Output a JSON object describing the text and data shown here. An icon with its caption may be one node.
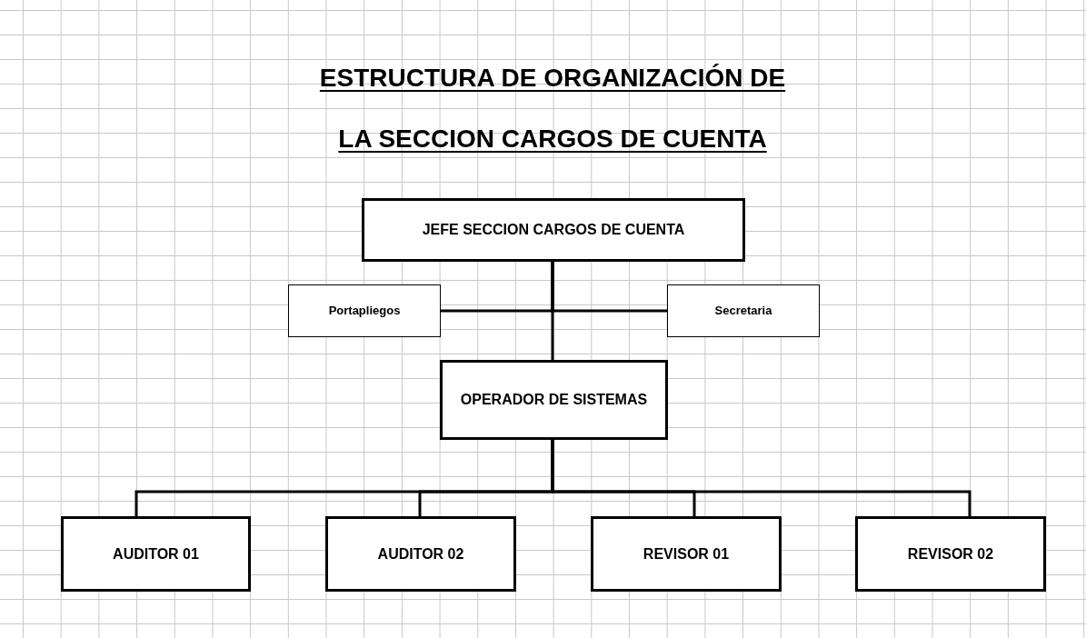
{
  "diagram": {
    "title": "ESTRUCTURA DE ORGANIZACIÓN DE LA SECCION CARGOS DE CUENTA",
    "nodes": [
      {
        "text": [
          "JEFE SECCION CARGOS DE CUENTA"
        ]
      },
      {
        "text": [
          "Portapliegos"
        ]
      },
      {
        "text": [
          "Secretaria"
        ]
      },
      {
        "text": [
          "OPERADOR DE SISTEMAS"
        ]
      },
      {
        "text": [
          "AUDITOR 01"
        ]
      },
      {
        "text": [
          "AUDITOR 02"
        ]
      },
      {
        "text": [
          "REVISOR 01"
        ]
      },
      {
        "text": [
          "REVISOR 02"
        ]
      }
    ],
    "edges": [
      {
        "from": 0,
        "to": 1,
        "arrow": "none"
      },
      {
        "from": 0,
        "to": 2,
        "arrow": "none"
      },
      {
        "from": 0,
        "to": 3,
        "arrow": "none"
      },
      {
        "from": 3,
        "to": 4,
        "arrow": "none"
      },
      {
        "from": 3,
        "to": 5,
        "arrow": "none"
      },
      {
        "from": 3,
        "to": 6,
        "arrow": "none"
      },
      {
        "from": 3,
        "to": 7,
        "arrow": "none"
      }
    ]
  }
}
